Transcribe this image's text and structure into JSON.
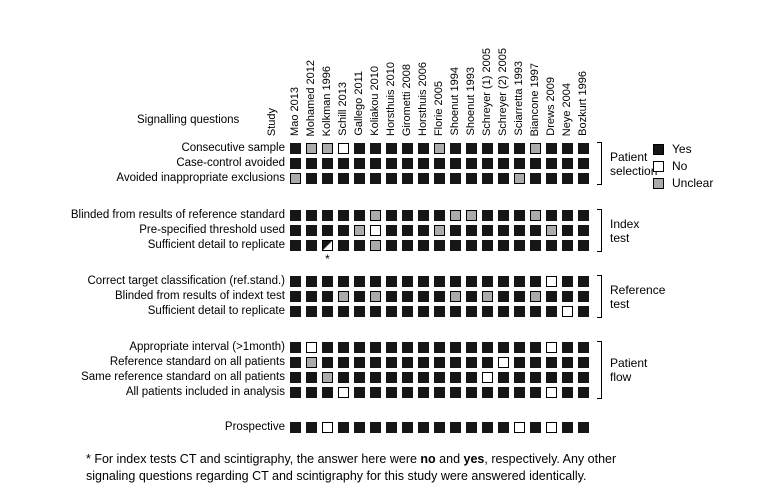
{
  "labels": {
    "signalling_questions": "Signalling questions",
    "study": "Study",
    "footnote_marker": "*"
  },
  "legend": {
    "items": [
      {
        "label": "Yes",
        "value": "Y",
        "color": "#161616"
      },
      {
        "label": "No",
        "value": "N",
        "color": "#ffffff"
      },
      {
        "label": "Unclear",
        "value": "U",
        "color": "#ababab"
      }
    ]
  },
  "footnote": {
    "part1": "* For index tests CT and scintigraphy, the answer here were ",
    "bold_no": "no",
    "part2": " and ",
    "bold_yes": "yes",
    "part3": ", respectively. Any other",
    "line2": "signaling questions regarding CT and scintigraphy for this study were answered identically."
  },
  "chart_data": {
    "type": "heatmap",
    "title": "Signalling questions per study",
    "value_codes": {
      "Y": "Yes",
      "N": "No",
      "U": "Unclear",
      "S": "split Yes/No (see footnote)"
    },
    "studies": [
      "Mao 2013",
      "Mohamed 2012",
      "Kolkman 1996",
      "Schill 2013",
      "Gallego 2011",
      "Koliakou 2010",
      "Horsthuis 2010",
      "Girometti 2008",
      "Horsthuis 2006",
      "Florie 2005",
      "Shoenut 1994",
      "Shoenut 1993",
      "Schreyer (1) 2005",
      "Schreyer (2) 2005",
      "Sciarretta 1993",
      "Biancone 1997",
      "Drews 2009",
      "Neye 2004",
      "Bozkurt 1996"
    ],
    "groups": [
      {
        "label_lines": [
          "Patient",
          "selection"
        ],
        "rows": [
          {
            "question": "Consecutive sample",
            "values": [
              "Y",
              "U",
              "U",
              "N",
              "Y",
              "Y",
              "Y",
              "Y",
              "Y",
              "U",
              "Y",
              "Y",
              "Y",
              "Y",
              "Y",
              "U",
              "Y",
              "Y",
              "Y"
            ]
          },
          {
            "question": "Case-control avoided",
            "values": [
              "Y",
              "Y",
              "Y",
              "Y",
              "Y",
              "Y",
              "Y",
              "Y",
              "Y",
              "Y",
              "Y",
              "Y",
              "Y",
              "Y",
              "Y",
              "Y",
              "Y",
              "Y",
              "Y"
            ]
          },
          {
            "question": "Avoided inappropriate exclusions",
            "values": [
              "U",
              "Y",
              "Y",
              "Y",
              "Y",
              "Y",
              "Y",
              "Y",
              "Y",
              "Y",
              "Y",
              "Y",
              "Y",
              "Y",
              "U",
              "Y",
              "Y",
              "Y",
              "Y"
            ]
          }
        ]
      },
      {
        "label_lines": [
          "Index",
          "test"
        ],
        "rows": [
          {
            "question": "Blinded from results of reference standard",
            "values": [
              "Y",
              "Y",
              "Y",
              "Y",
              "Y",
              "U",
              "Y",
              "Y",
              "Y",
              "Y",
              "U",
              "U",
              "Y",
              "Y",
              "Y",
              "U",
              "Y",
              "Y",
              "Y"
            ]
          },
          {
            "question": "Pre-specified threshold used",
            "values": [
              "Y",
              "Y",
              "Y",
              "Y",
              "U",
              "N",
              "Y",
              "Y",
              "Y",
              "U",
              "Y",
              "Y",
              "Y",
              "Y",
              "Y",
              "Y",
              "U",
              "Y",
              "Y"
            ]
          },
          {
            "question": "Sufficient detail to replicate",
            "values": [
              "Y",
              "Y",
              "S",
              "Y",
              "Y",
              "U",
              "Y",
              "Y",
              "Y",
              "Y",
              "Y",
              "Y",
              "Y",
              "Y",
              "Y",
              "Y",
              "Y",
              "Y",
              "Y"
            ]
          }
        ]
      },
      {
        "label_lines": [
          "Reference",
          "test"
        ],
        "rows": [
          {
            "question": "Correct target classification (ref.stand.)",
            "values": [
              "Y",
              "Y",
              "Y",
              "Y",
              "Y",
              "Y",
              "Y",
              "Y",
              "Y",
              "Y",
              "Y",
              "Y",
              "Y",
              "Y",
              "Y",
              "Y",
              "N",
              "Y",
              "Y"
            ]
          },
          {
            "question": "Blinded from results of indext test",
            "values": [
              "Y",
              "Y",
              "Y",
              "U",
              "Y",
              "U",
              "Y",
              "Y",
              "Y",
              "Y",
              "U",
              "Y",
              "U",
              "Y",
              "Y",
              "U",
              "Y",
              "Y",
              "Y"
            ]
          },
          {
            "question": "Sufficient detail to replicate",
            "values": [
              "Y",
              "Y",
              "Y",
              "Y",
              "Y",
              "Y",
              "Y",
              "Y",
              "Y",
              "Y",
              "Y",
              "Y",
              "Y",
              "Y",
              "Y",
              "Y",
              "Y",
              "N",
              "Y"
            ]
          }
        ]
      },
      {
        "label_lines": [
          "Patient",
          "flow"
        ],
        "rows": [
          {
            "question": "Appropriate interval (>1month)",
            "values": [
              "Y",
              "N",
              "Y",
              "Y",
              "Y",
              "Y",
              "Y",
              "Y",
              "Y",
              "Y",
              "Y",
              "Y",
              "Y",
              "Y",
              "Y",
              "Y",
              "N",
              "Y",
              "Y"
            ]
          },
          {
            "question": "Reference standard on all patients",
            "values": [
              "Y",
              "U",
              "Y",
              "Y",
              "Y",
              "Y",
              "Y",
              "Y",
              "Y",
              "Y",
              "Y",
              "Y",
              "Y",
              "N",
              "Y",
              "Y",
              "Y",
              "Y",
              "Y"
            ]
          },
          {
            "question": "Same reference standard on all patients",
            "values": [
              "Y",
              "Y",
              "U",
              "Y",
              "Y",
              "Y",
              "Y",
              "Y",
              "Y",
              "Y",
              "Y",
              "Y",
              "N",
              "Y",
              "Y",
              "Y",
              "Y",
              "Y",
              "Y"
            ]
          },
          {
            "question": "All patients included in analysis",
            "values": [
              "Y",
              "Y",
              "Y",
              "N",
              "Y",
              "Y",
              "Y",
              "Y",
              "Y",
              "Y",
              "Y",
              "Y",
              "Y",
              "Y",
              "Y",
              "Y",
              "N",
              "Y",
              "Y"
            ]
          }
        ]
      }
    ],
    "prospective_row": {
      "question": "Prospective",
      "values": [
        "Y",
        "Y",
        "N",
        "Y",
        "Y",
        "Y",
        "Y",
        "Y",
        "Y",
        "Y",
        "Y",
        "Y",
        "Y",
        "Y",
        "N",
        "Y",
        "N",
        "Y",
        "Y"
      ]
    }
  }
}
